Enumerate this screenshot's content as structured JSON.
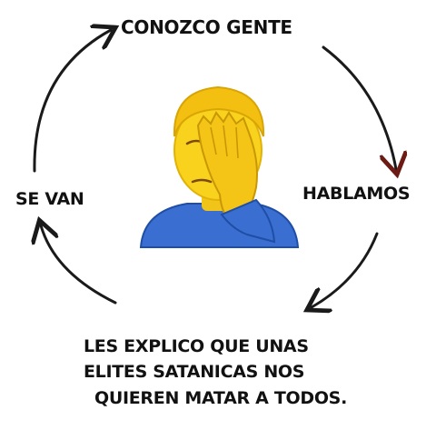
{
  "cycle": {
    "top_label": "CONOZCO GENTE",
    "right_label": "HABLAMOS",
    "left_label": "SE VAN",
    "bottom_lines": [
      "LES EXPLICO QUE UNAS",
      "ELITES SATANICAS NOS",
      "QUIEREN MATAR A TODOS."
    ]
  },
  "emoji": {
    "icon": "facepalm-icon",
    "skin_color": "#f8d21c",
    "hair_color": "#f3bf10",
    "shirt_color": "#3a6fd1"
  },
  "arrows": {
    "color": "#1a1a1a",
    "head_color": "#6b1a14"
  }
}
